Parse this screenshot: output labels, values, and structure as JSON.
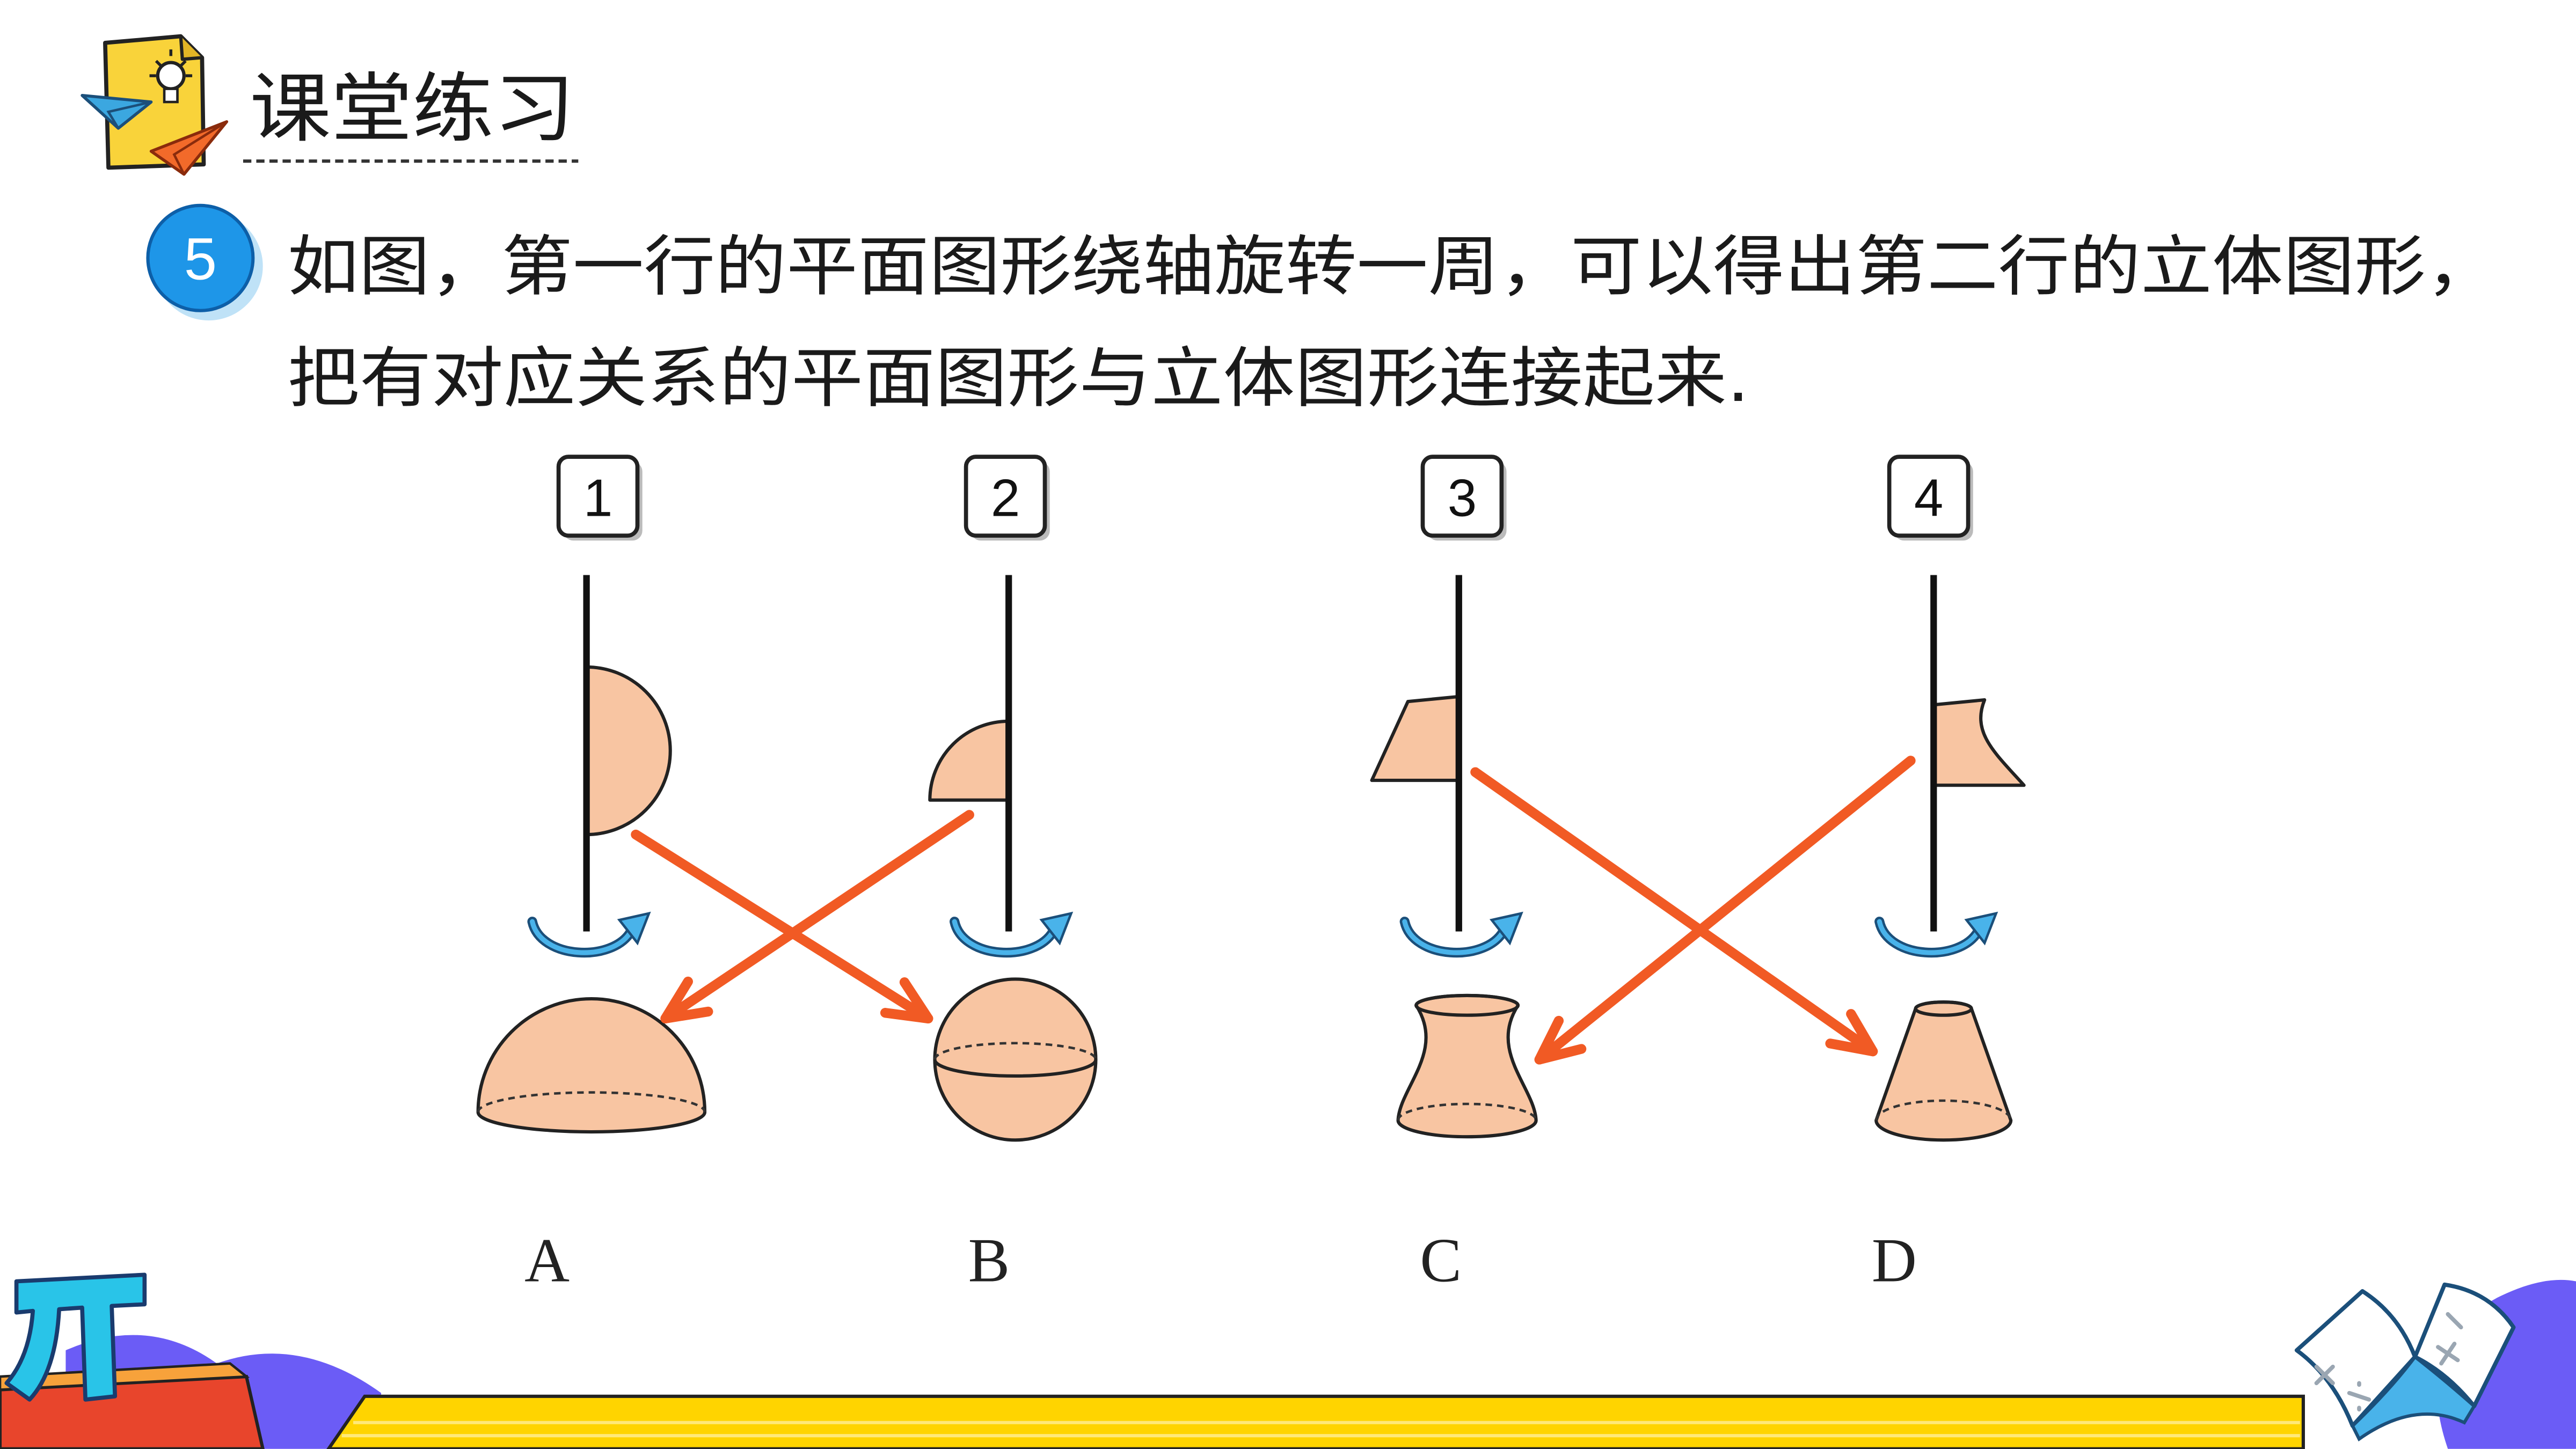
{
  "header": {
    "title": "课堂练习",
    "icon": "idea-note-icon"
  },
  "question": {
    "number": "5",
    "line1": "如图，第一行的平面图形绕轴旋转一周，可以得出第二行的立体图形，",
    "line2": "把有对应关系的平面图形与立体图形连接起来."
  },
  "plane_figures": [
    {
      "label": "1",
      "shape": "semicircle"
    },
    {
      "label": "2",
      "shape": "quarter-circle"
    },
    {
      "label": "3",
      "shape": "trapezoid"
    },
    {
      "label": "4",
      "shape": "curved-trapezoid"
    }
  ],
  "solids": [
    {
      "label": "A",
      "shape": "hemisphere"
    },
    {
      "label": "B",
      "shape": "sphere"
    },
    {
      "label": "C",
      "shape": "waisted-vase"
    },
    {
      "label": "D",
      "shape": "frustum"
    }
  ],
  "connections": [
    {
      "from": "1",
      "to": "B"
    },
    {
      "from": "2",
      "to": "A"
    },
    {
      "from": "3",
      "to": "D"
    },
    {
      "from": "4",
      "to": "C"
    }
  ],
  "icons": [
    "idea-note-icon",
    "blue-paper-plane-icon",
    "orange-paper-plane-icon",
    "rotate-arrow-icon",
    "pi-symbol-icon",
    "math-book-icon"
  ],
  "colors": {
    "connection_arrow": "#f15a24",
    "figure_fill": "#f8c5a2",
    "badge_blue": "#1e96e8",
    "band_yellow": "#ffd400",
    "decor_purple": "#6b5cf6",
    "pi_cyan": "#29c4e8"
  }
}
